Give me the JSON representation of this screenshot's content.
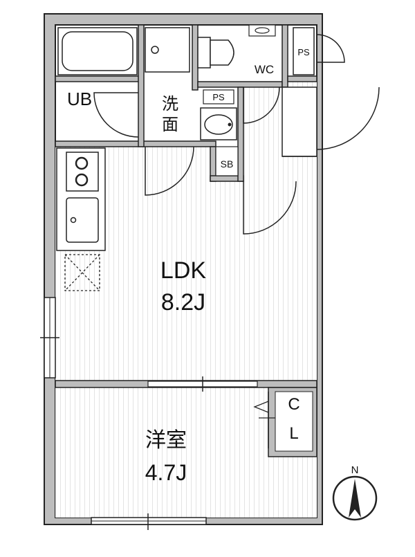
{
  "floorplan": {
    "rooms": {
      "ub": "UB",
      "wash_char1": "洗",
      "wash_char2": "面",
      "wc": "WC",
      "ps_top": "PS",
      "ps_mid": "PS",
      "sb": "SB",
      "ldk_name": "LDK",
      "ldk_size": "8.2J",
      "bedroom_name": "洋室",
      "bedroom_size": "4.7J",
      "cl_top": "C",
      "cl_bottom": "L"
    },
    "compass": {
      "label": "N"
    }
  }
}
